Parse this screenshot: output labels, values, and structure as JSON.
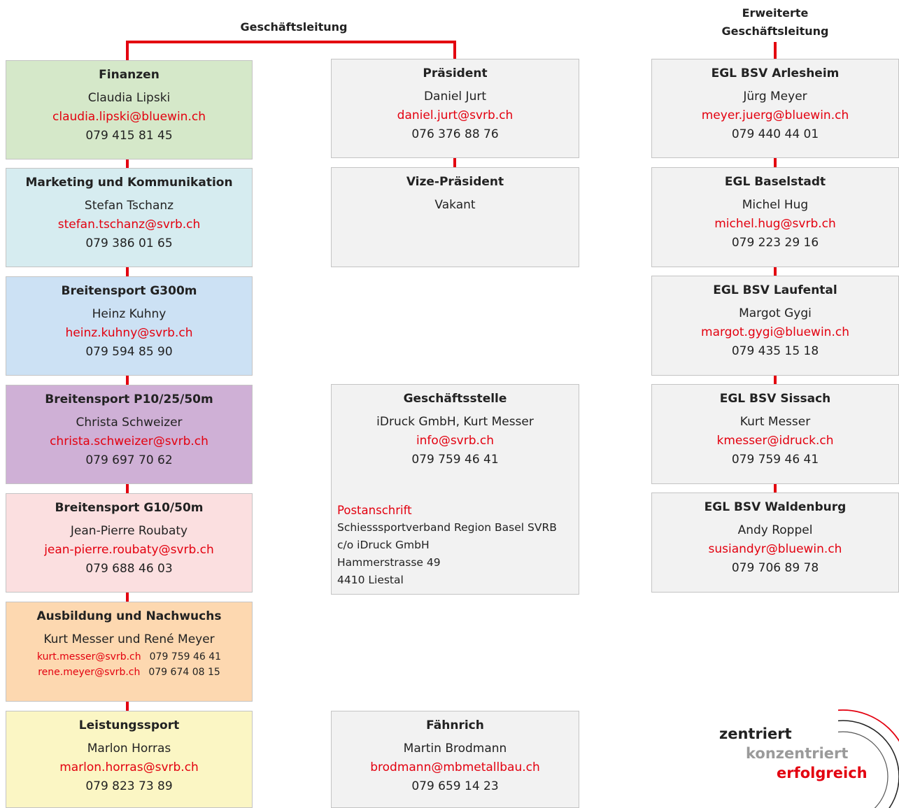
{
  "headings": {
    "gl": "Geschäftsleitung",
    "egl_line1": "Erweiterte",
    "egl_line2": "Geschäftsleitung"
  },
  "left": [
    {
      "title": "Finanzen",
      "name": "Claudia Lipski",
      "email": "claudia.lipski@bluewin.ch",
      "phone": "079 415 81 45",
      "color": "#d5e8c9"
    },
    {
      "title": "Marketing und Kommunikation",
      "name": "Stefan Tschanz",
      "email": "stefan.tschanz@svrb.ch",
      "phone": "079 386 01 65",
      "color": "#d6ecf0"
    },
    {
      "title": "Breitensport G300m",
      "name": "Heinz Kuhny",
      "email": "heinz.kuhny@svrb.ch",
      "phone": "079 594 85 90",
      "color": "#cce1f4"
    },
    {
      "title": "Breitensport P10/25/50m",
      "name": "Christa Schweizer",
      "email": "christa.schweizer@svrb.ch",
      "phone": "079 697 70 62",
      "color": "#cfb0d6"
    },
    {
      "title": "Breitensport G10/50m",
      "name": "Jean-Pierre Roubaty",
      "email": "jean-pierre.roubaty@svrb.ch",
      "phone": "079 688 46 03",
      "color": "#fbdfe0"
    },
    {
      "title": "Ausbildung und Nachwuchs",
      "name": "Kurt Messer und René Meyer",
      "contacts": [
        {
          "email": "kurt.messer@svrb.ch",
          "phone": "079 759 46 41"
        },
        {
          "email": "rene.meyer@svrb.ch",
          "phone": "079 674 08 15"
        }
      ],
      "color": "#fdd8b0"
    },
    {
      "title": "Leistungssport",
      "name": "Marlon Horras",
      "email": "marlon.horras@svrb.ch",
      "phone": "079 823 73 89",
      "color": "#fbf6c4"
    }
  ],
  "middle": {
    "praesident": {
      "title": "Präsident",
      "name": "Daniel Jurt",
      "email": "daniel.jurt@svrb.ch",
      "phone": "076 376 88 76"
    },
    "vize": {
      "title": "Vize-Präsident",
      "name": "Vakant"
    },
    "geschaeftsstelle": {
      "title": "Geschäftsstelle",
      "name": "iDruck GmbH, Kurt Messer",
      "email": "info@svrb.ch",
      "phone": "079 759 46 41",
      "address_label": "Postanschrift",
      "address_lines": [
        "Schiesssportverband Region Basel SVRB",
        "c/o iDruck GmbH",
        "Hammerstrasse 49",
        "4410 Liestal"
      ]
    },
    "faehnrich": {
      "title": "Fähnrich",
      "name": "Martin Brodmann",
      "email": "brodmann@mbmetallbau.ch",
      "phone": "079 659 14 23"
    }
  },
  "right": [
    {
      "title": "EGL BSV Arlesheim",
      "name": "Jürg Meyer",
      "email": "meyer.juerg@bluewin.ch",
      "phone": "079 440 44 01"
    },
    {
      "title": "EGL Baselstadt",
      "name": "Michel Hug",
      "email": "michel.hug@svrb.ch",
      "phone": "079 223 29 16"
    },
    {
      "title": "EGL BSV Laufental",
      "name": "Margot Gygi",
      "email": "margot.gygi@bluewin.ch",
      "phone": "079 435 15 18"
    },
    {
      "title": "EGL BSV Sissach",
      "name": "Kurt Messer",
      "email": "kmesser@idruck.ch",
      "phone": "079 759 46 41"
    },
    {
      "title": "EGL BSV Waldenburg",
      "name": "Andy Roppel",
      "email": "susiandyr@bluewin.ch",
      "phone": "079 706 89 78"
    }
  ],
  "logo": {
    "word1": "zentriert",
    "word2": "konzentriert",
    "word3": "erfolgreich"
  },
  "colors": {
    "accent": "#e3000f",
    "neutral_box": "#f2f2f2"
  }
}
